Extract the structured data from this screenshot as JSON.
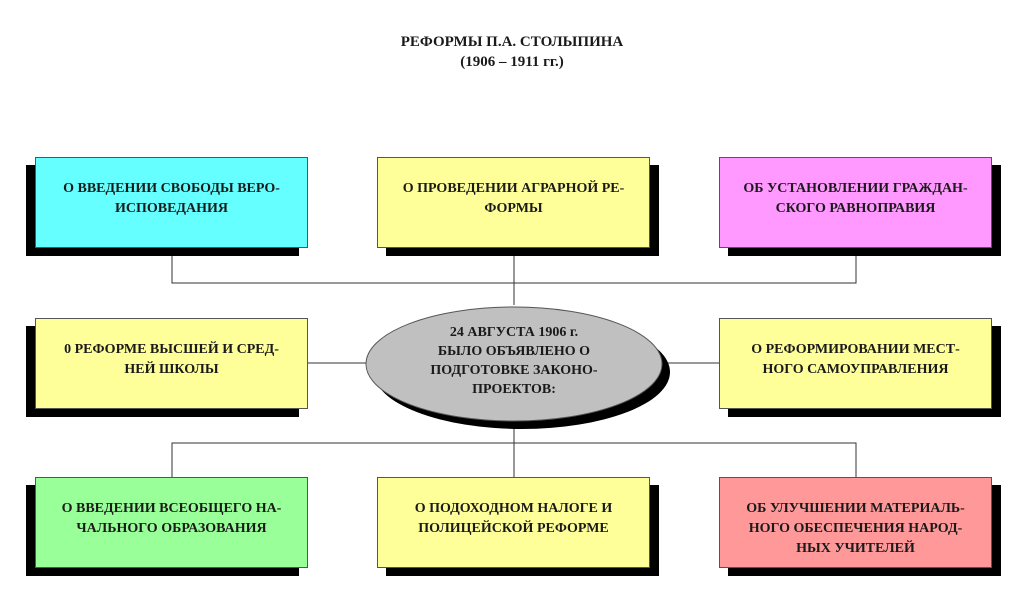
{
  "title": "РЕФОРМЫ П.А. СТОЛЫПИНА",
  "subtitle": "(1906 – 1911 гг.)",
  "center": {
    "lines": [
      "24 АВГУСТА 1906 г.",
      "БЫЛО ОБЪЯВЛЕНО О",
      "ПОДГОТОВКЕ ЗАКОНО-",
      "ПРОЕКТОВ:"
    ],
    "color": "#c0c0c0"
  },
  "boxes": [
    {
      "text": "О ВВЕДЕНИИ СВОБОДЫ ВЕРО-ИСПОВЕДАНИЯ",
      "lines": [
        "О ВВЕДЕНИИ СВОБОДЫ ВЕРО-",
        "ИСПОВЕДАНИЯ"
      ],
      "color": "#66ffff"
    },
    {
      "text": "О ПРОВЕДЕНИИ АГРАРНОЙ РЕФОРМЫ",
      "lines": [
        "О ПРОВЕДЕНИИ АГРАРНОЙ РЕ-",
        "ФОРМЫ"
      ],
      "color": "#ffff99"
    },
    {
      "text": "ОБ УСТАНОВЛЕНИИ ГРАЖДАНСКОГО РАВНОПРАВИЯ",
      "lines": [
        "ОБ УСТАНОВЛЕНИИ ГРАЖДАН-",
        "СКОГО РАВНОПРАВИЯ"
      ],
      "color": "#ff99ff"
    },
    {
      "text": "0 РЕФОРМЕ ВЫСШЕЙ И СРЕДНЕЙ ШКОЛЫ",
      "lines": [
        "0 РЕФОРМЕ ВЫСШЕЙ И СРЕД-",
        "НЕЙ ШКОЛЫ"
      ],
      "color": "#ffff99"
    },
    {
      "text": "О РЕФОРМИРОВАНИИ МЕСТНОГО САМОУПРАВЛЕНИЯ",
      "lines": [
        "О РЕФОРМИРОВАНИИ МЕСТ-",
        "НОГО САМОУПРАВЛЕНИЯ"
      ],
      "color": "#ffff99"
    },
    {
      "text": "О ВВЕДЕНИИ ВСЕОБЩЕГО НАЧАЛЬНОГО ОБРАЗОВАНИЯ",
      "lines": [
        "О ВВЕДЕНИИ ВСЕОБЩЕГО НА-",
        "ЧАЛЬНОГО ОБРАЗОВАНИЯ"
      ],
      "color": "#99ff99"
    },
    {
      "text": "О ПОДОХОДНОМ НАЛОГЕ И ПОЛИЦЕЙСКОЙ РЕФОРМЕ",
      "lines": [
        "О ПОДОХОДНОМ НАЛОГЕ И",
        "ПОЛИЦЕЙСКОЙ РЕФОРМЕ"
      ],
      "color": "#ffff99"
    },
    {
      "text": "ОБ УЛУЧШЕНИИ МАТЕРИАЛЬНОГО ОБЕСПЕЧЕНИЯ НАРОДНЫХ УЧИТЕЛЕЙ",
      "lines": [
        "ОБ УЛУЧШЕНИИ МАТЕРИАЛЬ-",
        "НОГО ОБЕСПЕЧЕНИЯ НАРОД-",
        "НЫХ УЧИТЕЛЕЙ"
      ],
      "color": "#ff9999"
    }
  ]
}
